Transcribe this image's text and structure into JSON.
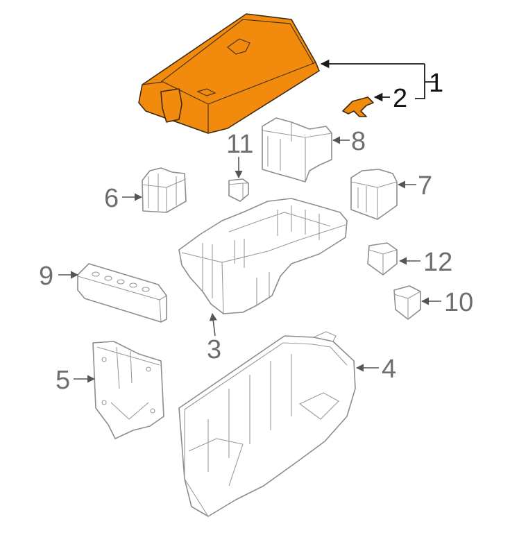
{
  "callouts": {
    "c1": "1",
    "c2": "2",
    "c3": "3",
    "c4": "4",
    "c5": "5",
    "c6": "6",
    "c7": "7",
    "c8": "8",
    "c9": "9",
    "c10": "10",
    "c11": "11",
    "c12": "12"
  },
  "colors": {
    "highlight": "#f28a0d",
    "part_outline": "#8c8c8c",
    "callout_highlighted": "#111111",
    "callout_normal": "#6e6e6e"
  }
}
